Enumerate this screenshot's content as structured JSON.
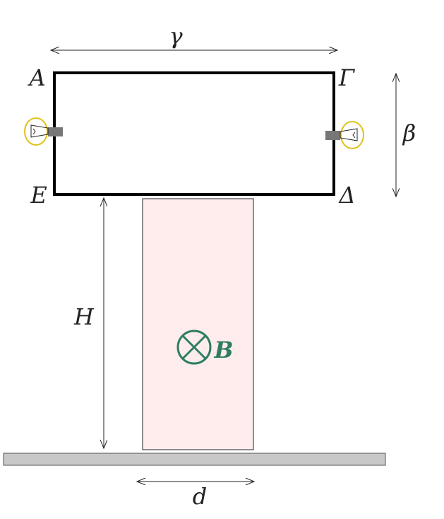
{
  "diagram": {
    "labels": {
      "top_dimension": "γ",
      "side_dimension": "β",
      "height": "H",
      "width": "d",
      "field": "B",
      "corner_top_left": "Α",
      "corner_top_right": "Γ",
      "corner_bottom_left": "Ε",
      "corner_bottom_right": "Δ"
    },
    "colors": {
      "loop": "#000000",
      "field_region": "#ffeded",
      "field_symbol": "#2e7d62",
      "bulb": "#e0c21c",
      "bulb_base": "#777777",
      "ground": "#c8c8c8"
    },
    "icons": [
      "light-bulb-icon",
      "field-into-page-icon"
    ]
  }
}
